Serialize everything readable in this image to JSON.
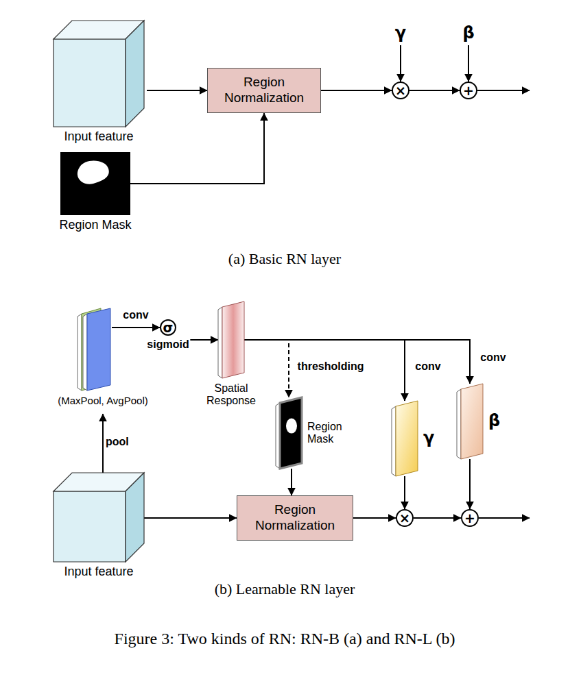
{
  "diagram": {
    "caption": "Figure 3: Two kinds of RN: RN-B (a) and RN-L (b)",
    "nodes": [
      {
        "text": [
          "Input feature"
        ]
      },
      {
        "text": [
          "Region Mask"
        ]
      },
      {
        "text": [
          "Region Normalization"
        ]
      },
      {
        "text": [
          "γ"
        ]
      },
      {
        "text": [
          "×"
        ]
      },
      {
        "text": [
          "β"
        ]
      },
      {
        "text": [
          "+"
        ]
      },
      {
        "text": [
          "(MaxPool, AvgPool)"
        ]
      },
      {
        "text": [
          "σ"
        ]
      },
      {
        "text": [
          "Spatial Response"
        ]
      },
      {
        "text": [
          "Region Mask"
        ]
      },
      {
        "text": [
          "γ"
        ]
      },
      {
        "text": [
          "β"
        ]
      },
      {
        "text": [
          "Input feature"
        ]
      },
      {
        "text": [
          "Region Normalization"
        ]
      },
      {
        "text": [
          "×"
        ]
      },
      {
        "text": [
          "+"
        ]
      }
    ],
    "edges": [
      {
        "from": 0,
        "to": 2,
        "arrow": "to"
      },
      {
        "from": 1,
        "to": 2,
        "arrow": "to"
      },
      {
        "from": 2,
        "to": 4,
        "arrow": "to"
      },
      {
        "from": 3,
        "to": 4,
        "arrow": "to"
      },
      {
        "from": 4,
        "to": 6,
        "arrow": "to"
      },
      {
        "from": 5,
        "to": 6,
        "arrow": "to"
      },
      {
        "from": 13,
        "to": 7,
        "label": "pool",
        "arrow": "to"
      },
      {
        "from": 7,
        "to": 8,
        "label": "conv",
        "arrow": "to"
      },
      {
        "from": 8,
        "to": 9,
        "arrow": "to"
      },
      {
        "from": 9,
        "to": 10,
        "label": "thresholding",
        "arrow": "to"
      },
      {
        "from": 10,
        "to": 14,
        "arrow": "to"
      },
      {
        "from": 9,
        "to": 11,
        "label": "conv",
        "arrow": "to"
      },
      {
        "from": 9,
        "to": 12,
        "label": "conv",
        "arrow": "to"
      },
      {
        "from": 13,
        "to": 14,
        "arrow": "to"
      },
      {
        "from": 14,
        "to": 15,
        "arrow": "to"
      },
      {
        "from": 11,
        "to": 15,
        "arrow": "to"
      },
      {
        "from": 15,
        "to": 16,
        "arrow": "to"
      },
      {
        "from": 12,
        "to": 16,
        "arrow": "to"
      }
    ],
    "labels": [
      "(a) Basic RN layer",
      "sigmoid",
      "(b) Learnable RN layer"
    ]
  }
}
